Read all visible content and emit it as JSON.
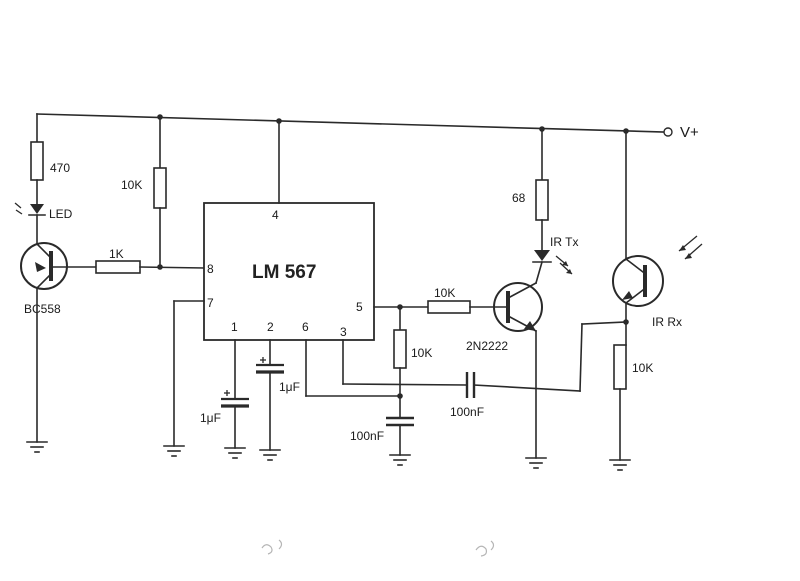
{
  "supply": {
    "label": "V+"
  },
  "chip": {
    "name": "LM 567",
    "pins": [
      "4",
      "8",
      "7",
      "1",
      "2",
      "6",
      "3",
      "5"
    ]
  },
  "components": {
    "r_led": "470",
    "led": "LED",
    "r_pullup": "10K",
    "r_base_pnp": "1K",
    "pnp": "BC558",
    "c_pin1": "1μF",
    "c_pin2": "1μF",
    "r_pin5": "10K",
    "c_pin5": "100nF",
    "r_base_npn": "10K",
    "npn": "2N2222",
    "r_irtx": "68",
    "irtx": "IR Tx",
    "c_coupling": "100nF",
    "irrx": "IR Rx",
    "r_irrx": "10K"
  }
}
